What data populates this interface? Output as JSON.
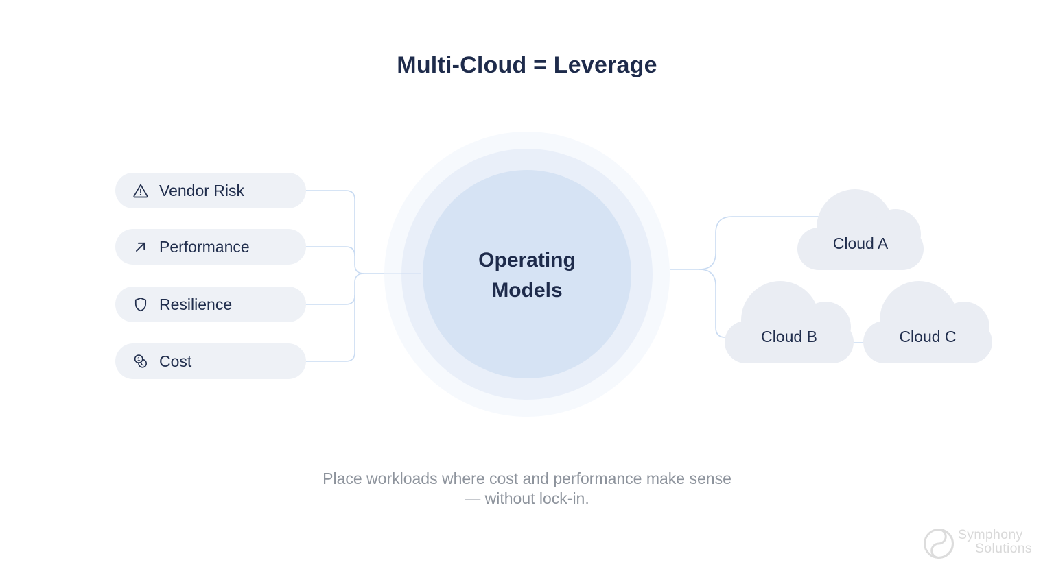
{
  "title": "Multi-Cloud = Leverage",
  "center": {
    "label": "Operating Models"
  },
  "factors": [
    {
      "label": "Vendor Risk",
      "icon": "warning-triangle-icon"
    },
    {
      "label": "Performance",
      "icon": "arrow-up-right-icon"
    },
    {
      "label": "Resilience",
      "icon": "shield-icon"
    },
    {
      "label": "Cost",
      "icon": "coins-icon"
    }
  ],
  "clouds": [
    {
      "label": "Cloud A"
    },
    {
      "label": "Cloud B"
    },
    {
      "label": "Cloud C"
    }
  ],
  "caption": "Place workloads where cost and performance make sense — without lock-in.",
  "logo": {
    "line1": "Symphony",
    "line2": "Solutions"
  },
  "colors": {
    "background": "#ffffff",
    "connector": "#c9dbf2",
    "circle_outer": "#f6f9fd",
    "circle_middle": "#e9eff9",
    "circle_inner": "#d6e3f4",
    "pill_background": "#eef1f6",
    "cloud_background": "#eaedf3",
    "text_dark": "#1e2b4b",
    "caption_gray": "#8d939c",
    "logo_gray": "#d9d9d9"
  }
}
